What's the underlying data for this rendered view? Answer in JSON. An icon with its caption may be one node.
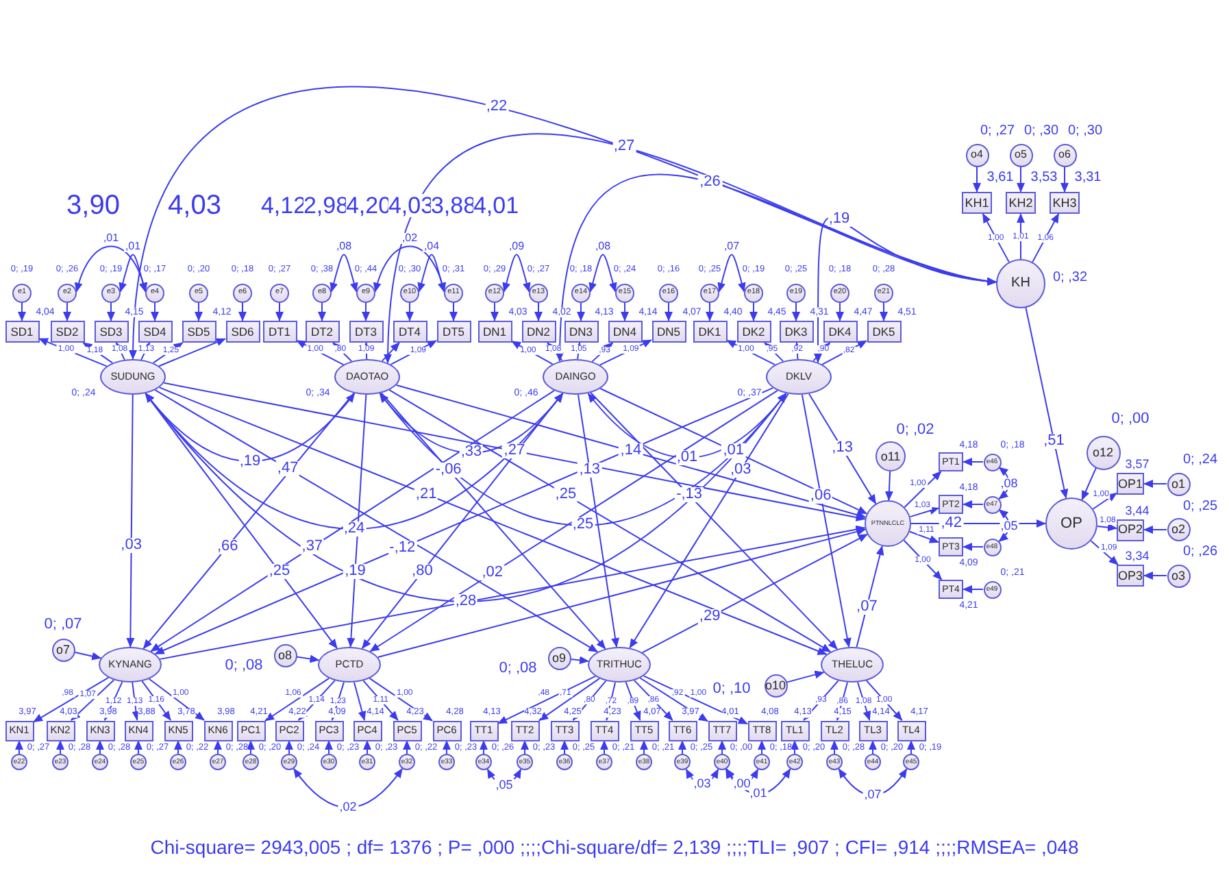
{
  "diagram": {
    "caption": "Chi-square= 2943,005 ; df= 1376 ; P= ,000 ;;;;Chi-square/df= 2,139 ;;;;TLI= ,907 ; CFI= ,914 ;;;;RMSEA= ,048",
    "nodes": [
      {
        "text": [
          "o4"
        ],
        "beside": [
          "0; ,27"
        ]
      },
      {
        "text": [
          "o5"
        ],
        "beside": [
          "0; ,30"
        ]
      },
      {
        "text": [
          "o6"
        ],
        "beside": [
          "0; ,30"
        ]
      },
      {
        "text": [
          "KH1"
        ],
        "beside": [
          "3,61"
        ]
      },
      {
        "text": [
          "KH2"
        ],
        "beside": [
          "3,53"
        ]
      },
      {
        "text": [
          "KH3"
        ],
        "beside": [
          "3,31"
        ]
      },
      {
        "text": [
          "KH"
        ],
        "beside": [
          "0; ,32"
        ]
      },
      {
        "text": [
          "e1"
        ],
        "beside": [
          "0; ,19"
        ]
      },
      {
        "text": [
          "e2"
        ],
        "beside": [
          "0; ,26"
        ]
      },
      {
        "text": [
          "e3"
        ],
        "beside": [
          "0; ,19"
        ]
      },
      {
        "text": [
          "e4"
        ],
        "beside": [
          "0; ,17"
        ]
      },
      {
        "text": [
          "e5"
        ],
        "beside": [
          "0; ,20"
        ]
      },
      {
        "text": [
          "e6"
        ],
        "beside": [
          "0; ,18"
        ]
      },
      {
        "text": [
          "e7"
        ],
        "beside": [
          "0; ,27"
        ]
      },
      {
        "text": [
          "e8"
        ],
        "beside": [
          "0; ,38"
        ]
      },
      {
        "text": [
          "e9"
        ],
        "beside": [
          "0; ,44"
        ]
      },
      {
        "text": [
          "e10"
        ],
        "beside": [
          "0; ,30"
        ]
      },
      {
        "text": [
          "e11"
        ],
        "beside": [
          "0; ,31"
        ]
      },
      {
        "text": [
          "e12"
        ],
        "beside": [
          "0; ,29"
        ]
      },
      {
        "text": [
          "e13"
        ],
        "beside": [
          "0; ,27"
        ]
      },
      {
        "text": [
          "e14"
        ],
        "beside": [
          "0; ,18"
        ]
      },
      {
        "text": [
          "e15"
        ],
        "beside": [
          "0; ,24"
        ]
      },
      {
        "text": [
          "e16"
        ],
        "beside": [
          "0; ,16"
        ]
      },
      {
        "text": [
          "e17"
        ],
        "beside": [
          "0; ,25"
        ]
      },
      {
        "text": [
          "e18"
        ],
        "beside": [
          "0; ,19"
        ]
      },
      {
        "text": [
          "e19"
        ],
        "beside": [
          "0; ,25"
        ]
      },
      {
        "text": [
          "e20"
        ],
        "beside": [
          "0; ,18"
        ]
      },
      {
        "text": [
          "e21"
        ],
        "beside": [
          "0; ,28"
        ]
      },
      {
        "text": [
          "SD1"
        ],
        "beside": [
          "4,04"
        ]
      },
      {
        "text": [
          "SD2"
        ]
      },
      {
        "text": [
          "SD3"
        ],
        "beside": [
          "4,15"
        ]
      },
      {
        "text": [
          "SD4"
        ]
      },
      {
        "text": [
          "SD5"
        ],
        "beside": [
          "4,12"
        ]
      },
      {
        "text": [
          "SD6"
        ]
      },
      {
        "text": [
          "DT1"
        ]
      },
      {
        "text": [
          "DT2"
        ]
      },
      {
        "text": [
          "DT3"
        ]
      },
      {
        "text": [
          "DT4"
        ]
      },
      {
        "text": [
          "DT5"
        ]
      },
      {
        "text": [
          "DN1"
        ],
        "beside": [
          "4,03"
        ]
      },
      {
        "text": [
          "DN2"
        ],
        "beside": [
          "4,02"
        ]
      },
      {
        "text": [
          "DN3"
        ],
        "beside": [
          "4,13"
        ]
      },
      {
        "text": [
          "DN4"
        ],
        "beside": [
          "4,14"
        ]
      },
      {
        "text": [
          "DN5"
        ],
        "beside": [
          "4,07"
        ]
      },
      {
        "text": [
          "DK1"
        ],
        "beside": [
          "4,40"
        ]
      },
      {
        "text": [
          "DK2"
        ],
        "beside": [
          "4,45"
        ]
      },
      {
        "text": [
          "DK3"
        ],
        "beside": [
          "4,31"
        ]
      },
      {
        "text": [
          "DK4"
        ],
        "beside": [
          "4,47"
        ]
      },
      {
        "text": [
          "DK5"
        ],
        "beside": [
          "4,51"
        ]
      },
      {
        "text": [
          "SUDUNG"
        ],
        "beside": [
          "0; ,24"
        ]
      },
      {
        "text": [
          "DAOTAO"
        ],
        "beside": [
          "0; ,34"
        ]
      },
      {
        "text": [
          "DAINGO"
        ],
        "beside": [
          "0; ,46"
        ]
      },
      {
        "text": [
          "DKLV"
        ],
        "beside": [
          "0; ,37"
        ]
      },
      {
        "text": [
          "o11"
        ],
        "beside": [
          "0; ,02"
        ]
      },
      {
        "text": [
          "o12"
        ],
        "beside": [
          "0; ,00"
        ]
      },
      {
        "text": [
          "PT1"
        ],
        "beside": [
          "4,18"
        ]
      },
      {
        "text": [
          "PT2"
        ],
        "beside": [
          "4,18"
        ]
      },
      {
        "text": [
          "PT3"
        ],
        "beside": [
          "4,09"
        ]
      },
      {
        "text": [
          "PT4"
        ],
        "beside": [
          "4,21"
        ]
      },
      {
        "text": [
          "e46"
        ],
        "beside": [
          "0; ,18"
        ]
      },
      {
        "text": [
          "e47"
        ]
      },
      {
        "text": [
          "e48"
        ]
      },
      {
        "text": [
          "e49"
        ],
        "beside": [
          "0; ,21"
        ]
      },
      {
        "text": [
          "PTNNLCLC"
        ]
      },
      {
        "text": [
          "OP"
        ]
      },
      {
        "text": [
          "OP1"
        ],
        "beside": [
          "3,57"
        ]
      },
      {
        "text": [
          "OP2"
        ],
        "beside": [
          "3,44"
        ]
      },
      {
        "text": [
          "OP3"
        ],
        "beside": [
          "3,34"
        ]
      },
      {
        "text": [
          "o1"
        ],
        "beside": [
          "0; ,24"
        ]
      },
      {
        "text": [
          "o2"
        ],
        "beside": [
          "0; ,25"
        ]
      },
      {
        "text": [
          "o3"
        ],
        "beside": [
          "0; ,26"
        ]
      },
      {
        "text": [
          "o7"
        ],
        "beside": [
          "0; ,07"
        ]
      },
      {
        "text": [
          "o8"
        ],
        "beside": [
          "0; ,08"
        ]
      },
      {
        "text": [
          "o9"
        ],
        "beside": [
          "0; ,08"
        ]
      },
      {
        "text": [
          "o10"
        ],
        "beside": [
          "0; ,10"
        ]
      },
      {
        "text": [
          "KYNANG"
        ]
      },
      {
        "text": [
          "PCTD"
        ]
      },
      {
        "text": [
          "TRITHUC"
        ]
      },
      {
        "text": [
          "THELUC"
        ]
      },
      {
        "text": [
          "KN1"
        ],
        "beside": [
          "3,97"
        ]
      },
      {
        "text": [
          "KN2"
        ],
        "beside": [
          "4,03"
        ]
      },
      {
        "text": [
          "KN3"
        ],
        "beside": [
          "3,98"
        ]
      },
      {
        "text": [
          "KN4"
        ],
        "beside": [
          "3,88"
        ]
      },
      {
        "text": [
          "KN5"
        ],
        "beside": [
          "3,78"
        ]
      },
      {
        "text": [
          "KN6"
        ],
        "beside": [
          "3,98"
        ]
      },
      {
        "text": [
          "PC1"
        ],
        "beside": [
          "4,21"
        ]
      },
      {
        "text": [
          "PC2"
        ],
        "beside": [
          "4,22"
        ]
      },
      {
        "text": [
          "PC3"
        ],
        "beside": [
          "4,09"
        ]
      },
      {
        "text": [
          "PC4"
        ],
        "beside": [
          "4,14"
        ]
      },
      {
        "text": [
          "PC5"
        ],
        "beside": [
          "4,23"
        ]
      },
      {
        "text": [
          "PC6"
        ],
        "beside": [
          "4,28"
        ]
      },
      {
        "text": [
          "TT1"
        ],
        "beside": [
          "4,13"
        ]
      },
      {
        "text": [
          "TT2"
        ],
        "beside": [
          "4,32"
        ]
      },
      {
        "text": [
          "TT3"
        ],
        "beside": [
          "4,25"
        ]
      },
      {
        "text": [
          "TT4"
        ],
        "beside": [
          "4,23"
        ]
      },
      {
        "text": [
          "TT5"
        ],
        "beside": [
          "4,07"
        ]
      },
      {
        "text": [
          "TT6"
        ],
        "beside": [
          "3,97"
        ]
      },
      {
        "text": [
          "TT7"
        ],
        "beside": [
          "4,01"
        ]
      },
      {
        "text": [
          "TT8"
        ],
        "beside": [
          "4,08"
        ]
      },
      {
        "text": [
          "TL1"
        ],
        "beside": [
          "4,13"
        ]
      },
      {
        "text": [
          "TL2"
        ],
        "beside": [
          "4,15"
        ]
      },
      {
        "text": [
          "TL3"
        ],
        "beside": [
          "4,14"
        ]
      },
      {
        "text": [
          "TL4"
        ],
        "beside": [
          "4,17"
        ]
      },
      {
        "text": [
          "e22"
        ],
        "beside": [
          "0; ,27"
        ]
      },
      {
        "text": [
          "e23"
        ],
        "beside": [
          "0; ,28"
        ]
      },
      {
        "text": [
          "e24"
        ],
        "beside": [
          "0; ,28"
        ]
      },
      {
        "text": [
          "e25"
        ],
        "beside": [
          "0; ,27"
        ]
      },
      {
        "text": [
          "e26"
        ],
        "beside": [
          "0; ,22"
        ]
      },
      {
        "text": [
          "e27"
        ],
        "beside": [
          "0; ,28"
        ]
      },
      {
        "text": [
          "e28"
        ],
        "beside": [
          "0; ,20"
        ]
      },
      {
        "text": [
          "e29"
        ],
        "beside": [
          "0; ,24"
        ]
      },
      {
        "text": [
          "e30"
        ],
        "beside": [
          "0; ,23"
        ]
      },
      {
        "text": [
          "e31"
        ],
        "beside": [
          "0; ,23"
        ]
      },
      {
        "text": [
          "e32"
        ],
        "beside": [
          "0; ,22"
        ]
      },
      {
        "text": [
          "e33"
        ],
        "beside": [
          "0; ,23"
        ]
      },
      {
        "text": [
          "e34"
        ],
        "beside": [
          "0; ,26"
        ]
      },
      {
        "text": [
          "e35"
        ],
        "beside": [
          "0; ,23"
        ]
      },
      {
        "text": [
          "e36"
        ],
        "beside": [
          "0; ,25"
        ]
      },
      {
        "text": [
          "e37"
        ],
        "beside": [
          "0; ,21"
        ]
      },
      {
        "text": [
          "e38"
        ],
        "beside": [
          "0; ,21"
        ]
      },
      {
        "text": [
          "e39"
        ],
        "beside": [
          "0; ,25"
        ]
      },
      {
        "text": [
          "e40"
        ],
        "beside": [
          "0; ,00"
        ]
      },
      {
        "text": [
          "e41"
        ],
        "beside": [
          "0; ,18"
        ]
      },
      {
        "text": [
          "e42"
        ],
        "beside": [
          "0; ,20"
        ]
      },
      {
        "text": [
          "e43"
        ],
        "beside": [
          "0; ,28"
        ]
      },
      {
        "text": [
          "e44"
        ],
        "beside": [
          "0; ,20"
        ]
      },
      {
        "text": [
          "e45"
        ],
        "beside": [
          "0; ,19"
        ]
      }
    ],
    "edges": [
      {
        "from": 7,
        "to": 28,
        "arrow": "to"
      },
      {
        "from": 8,
        "to": 29,
        "arrow": "to"
      },
      {
        "from": 9,
        "to": 30,
        "arrow": "to"
      },
      {
        "from": 10,
        "to": 31,
        "arrow": "to"
      },
      {
        "from": 11,
        "to": 32,
        "arrow": "to"
      },
      {
        "from": 12,
        "to": 33,
        "arrow": "to"
      },
      {
        "from": 13,
        "to": 34,
        "arrow": "to"
      },
      {
        "from": 14,
        "to": 35,
        "arrow": "to"
      },
      {
        "from": 15,
        "to": 36,
        "arrow": "to"
      },
      {
        "from": 16,
        "to": 37,
        "arrow": "to"
      },
      {
        "from": 17,
        "to": 38,
        "arrow": "to"
      },
      {
        "from": 18,
        "to": 39,
        "arrow": "to"
      },
      {
        "from": 19,
        "to": 40,
        "arrow": "to"
      },
      {
        "from": 20,
        "to": 41,
        "arrow": "to"
      },
      {
        "from": 21,
        "to": 42,
        "arrow": "to"
      },
      {
        "from": 22,
        "to": 43,
        "arrow": "to"
      },
      {
        "from": 23,
        "to": 44,
        "arrow": "to"
      },
      {
        "from": 24,
        "to": 45,
        "arrow": "to"
      },
      {
        "from": 25,
        "to": 46,
        "arrow": "to"
      },
      {
        "from": 26,
        "to": 47,
        "arrow": "to"
      },
      {
        "from": 27,
        "to": 48,
        "arrow": "to"
      },
      {
        "from": 49,
        "to": 28,
        "arrow": "to",
        "label": "1,00"
      },
      {
        "from": 49,
        "to": 29,
        "arrow": "to",
        "label": "1,18"
      },
      {
        "from": 49,
        "to": 30,
        "arrow": "to",
        "label": "1,08"
      },
      {
        "from": 49,
        "to": 31,
        "arrow": "to",
        "label": "1,13"
      },
      {
        "from": 49,
        "to": 32,
        "arrow": "to",
        "label": "1,25"
      },
      {
        "from": 49,
        "to": 33,
        "arrow": "to"
      },
      {
        "from": 50,
        "to": 34,
        "arrow": "to",
        "label": "1,00"
      },
      {
        "from": 50,
        "to": 35,
        "arrow": "to",
        "label": ",80"
      },
      {
        "from": 50,
        "to": 36,
        "arrow": "to",
        "label": "1,09"
      },
      {
        "from": 50,
        "to": 37,
        "arrow": "to"
      },
      {
        "from": 50,
        "to": 38,
        "arrow": "to",
        "label": "1,09"
      },
      {
        "from": 51,
        "to": 39,
        "arrow": "to",
        "label": "1,00"
      },
      {
        "from": 51,
        "to": 40,
        "arrow": "to",
        "label": "1,08"
      },
      {
        "from": 51,
        "to": 41,
        "arrow": "to",
        "label": "1,05"
      },
      {
        "from": 51,
        "to": 42,
        "arrow": "to",
        "label": ",93"
      },
      {
        "from": 51,
        "to": 43,
        "arrow": "to",
        "label": "1,09"
      },
      {
        "from": 52,
        "to": 44,
        "arrow": "to",
        "label": "1,00"
      },
      {
        "from": 52,
        "to": 45,
        "arrow": "to",
        "label": ",95"
      },
      {
        "from": 52,
        "to": 46,
        "arrow": "to",
        "label": ",92"
      },
      {
        "from": 52,
        "to": 47,
        "arrow": "to",
        "label": ",90"
      },
      {
        "from": 52,
        "to": 48,
        "arrow": "to",
        "label": ",82"
      },
      {
        "from": 0,
        "to": 3,
        "arrow": "to"
      },
      {
        "from": 1,
        "to": 4,
        "arrow": "to"
      },
      {
        "from": 2,
        "to": 5,
        "arrow": "to"
      },
      {
        "from": 6,
        "to": 3,
        "arrow": "to",
        "label": "1,00"
      },
      {
        "from": 6,
        "to": 4,
        "arrow": "to",
        "label": "1,01"
      },
      {
        "from": 6,
        "to": 5,
        "arrow": "to",
        "label": "1,06"
      },
      {
        "from": 63,
        "to": 55,
        "arrow": "to",
        "label": "1,00"
      },
      {
        "from": 63,
        "to": 56,
        "arrow": "to",
        "label": "1,03"
      },
      {
        "from": 63,
        "to": 57,
        "arrow": "to",
        "label": "1,11"
      },
      {
        "from": 63,
        "to": 58,
        "arrow": "to",
        "label": "1,00"
      },
      {
        "from": 59,
        "to": 55,
        "arrow": "to"
      },
      {
        "from": 60,
        "to": 56,
        "arrow": "to"
      },
      {
        "from": 61,
        "to": 57,
        "arrow": "to"
      },
      {
        "from": 62,
        "to": 58,
        "arrow": "to"
      },
      {
        "from": 53,
        "to": 63,
        "arrow": "to"
      },
      {
        "from": 64,
        "to": 65,
        "arrow": "to",
        "label": "1,00"
      },
      {
        "from": 64,
        "to": 66,
        "arrow": "to",
        "label": "1,08"
      },
      {
        "from": 64,
        "to": 67,
        "arrow": "to",
        "label": "1,09"
      },
      {
        "from": 68,
        "to": 65,
        "arrow": "to"
      },
      {
        "from": 69,
        "to": 66,
        "arrow": "to"
      },
      {
        "from": 70,
        "to": 67,
        "arrow": "to"
      },
      {
        "from": 54,
        "to": 64,
        "arrow": "to"
      },
      {
        "from": 6,
        "to": 64,
        "arrow": "to",
        "label": ",51"
      },
      {
        "from": 63,
        "to": 64,
        "arrow": "to",
        "label": ",42"
      },
      {
        "from": 71,
        "to": 75,
        "arrow": "to"
      },
      {
        "from": 72,
        "to": 76,
        "arrow": "to"
      },
      {
        "from": 73,
        "to": 77,
        "arrow": "to"
      },
      {
        "from": 74,
        "to": 78,
        "arrow": "to"
      },
      {
        "from": 75,
        "to": 79,
        "arrow": "to",
        "label": ",98"
      },
      {
        "from": 75,
        "to": 80,
        "arrow": "to",
        "label": "1,07"
      },
      {
        "from": 75,
        "to": 81,
        "arrow": "to",
        "label": "1,12"
      },
      {
        "from": 75,
        "to": 82,
        "arrow": "to",
        "label": "1,13"
      },
      {
        "from": 75,
        "to": 83,
        "arrow": "to",
        "label": "1,16"
      },
      {
        "from": 75,
        "to": 84,
        "arrow": "to",
        "label": "1,00"
      },
      {
        "from": 76,
        "to": 85,
        "arrow": "to",
        "label": "1,06"
      },
      {
        "from": 76,
        "to": 86,
        "arrow": "to",
        "label": "1,14"
      },
      {
        "from": 76,
        "to": 87,
        "arrow": "to",
        "label": "1,23"
      },
      {
        "from": 76,
        "to": 88,
        "arrow": "to"
      },
      {
        "from": 76,
        "to": 89,
        "arrow": "to",
        "label": "1,11"
      },
      {
        "from": 76,
        "to": 90,
        "arrow": "to",
        "label": "1,00"
      },
      {
        "from": 77,
        "to": 91,
        "arrow": "to",
        "label": ",48"
      },
      {
        "from": 77,
        "to": 92,
        "arrow": "to",
        "label": ",71"
      },
      {
        "from": 77,
        "to": 93,
        "arrow": "to",
        "label": ",80"
      },
      {
        "from": 77,
        "to": 94,
        "arrow": "to",
        "label": ",72"
      },
      {
        "from": 77,
        "to": 95,
        "arrow": "to",
        "label": ",89"
      },
      {
        "from": 77,
        "to": 96,
        "arrow": "to",
        "label": ",86"
      },
      {
        "from": 77,
        "to": 97,
        "arrow": "to",
        "label": ",92"
      },
      {
        "from": 77,
        "to": 98,
        "arrow": "to",
        "label": "1,00"
      },
      {
        "from": 78,
        "to": 99,
        "arrow": "to",
        "label": ",93"
      },
      {
        "from": 78,
        "to": 100,
        "arrow": "to",
        "label": ",86"
      },
      {
        "from": 78,
        "to": 101,
        "arrow": "to",
        "label": "1,08"
      },
      {
        "from": 78,
        "to": 102,
        "arrow": "to",
        "label": "1,00"
      },
      {
        "from": 103,
        "to": 79,
        "arrow": "to"
      },
      {
        "from": 104,
        "to": 80,
        "arrow": "to"
      },
      {
        "from": 105,
        "to": 81,
        "arrow": "to"
      },
      {
        "from": 106,
        "to": 82,
        "arrow": "to"
      },
      {
        "from": 107,
        "to": 83,
        "arrow": "to"
      },
      {
        "from": 108,
        "to": 84,
        "arrow": "to"
      },
      {
        "from": 109,
        "to": 85,
        "arrow": "to"
      },
      {
        "from": 110,
        "to": 86,
        "arrow": "to"
      },
      {
        "from": 111,
        "to": 87,
        "arrow": "to"
      },
      {
        "from": 112,
        "to": 88,
        "arrow": "to"
      },
      {
        "from": 113,
        "to": 89,
        "arrow": "to"
      },
      {
        "from": 114,
        "to": 90,
        "arrow": "to"
      },
      {
        "from": 115,
        "to": 91,
        "arrow": "to"
      },
      {
        "from": 116,
        "to": 92,
        "arrow": "to"
      },
      {
        "from": 117,
        "to": 93,
        "arrow": "to"
      },
      {
        "from": 118,
        "to": 94,
        "arrow": "to"
      },
      {
        "from": 119,
        "to": 95,
        "arrow": "to"
      },
      {
        "from": 120,
        "to": 96,
        "arrow": "to"
      },
      {
        "from": 121,
        "to": 97,
        "arrow": "to"
      },
      {
        "from": 122,
        "to": 98,
        "arrow": "to"
      },
      {
        "from": 123,
        "to": 99,
        "arrow": "to"
      },
      {
        "from": 124,
        "to": 100,
        "arrow": "to"
      },
      {
        "from": 125,
        "to": 101,
        "arrow": "to"
      },
      {
        "from": 126,
        "to": 102,
        "arrow": "to"
      },
      {
        "from": 49,
        "to": 75,
        "arrow": "to",
        "label": ",03"
      },
      {
        "from": 49,
        "to": 76,
        "arrow": "to",
        "label": ",25"
      },
      {
        "from": 49,
        "to": 77,
        "arrow": "to",
        "label": ",47"
      },
      {
        "from": 49,
        "to": 78,
        "arrow": "to",
        "label": ",21"
      },
      {
        "from": 49,
        "to": 63,
        "arrow": "to",
        "label": ",27"
      },
      {
        "from": 50,
        "to": 75,
        "arrow": "to",
        "label": ",66"
      },
      {
        "from": 50,
        "to": 76,
        "arrow": "to",
        "label": ",19"
      },
      {
        "from": 50,
        "to": 77,
        "arrow": "to",
        "label": "-,06"
      },
      {
        "from": 50,
        "to": 78,
        "arrow": "to",
        "label": ",25"
      },
      {
        "from": 50,
        "to": 63,
        "arrow": "to",
        "label": ",14"
      },
      {
        "from": 51,
        "to": 75,
        "arrow": "to",
        "label": ",37"
      },
      {
        "from": 51,
        "to": 76,
        "arrow": "to",
        "label": ",80"
      },
      {
        "from": 51,
        "to": 77,
        "arrow": "to",
        "label": ",13"
      },
      {
        "from": 51,
        "to": 78,
        "arrow": "to",
        "label": "-,13"
      },
      {
        "from": 51,
        "to": 63,
        "arrow": "to",
        "label": ",01"
      },
      {
        "from": 52,
        "to": 75,
        "arrow": "to",
        "label": "-,12"
      },
      {
        "from": 52,
        "to": 76,
        "arrow": "to",
        "label": ",02"
      },
      {
        "from": 52,
        "to": 77,
        "arrow": "to",
        "label": ",03"
      },
      {
        "from": 52,
        "to": 78,
        "arrow": "to",
        "label": ",06"
      },
      {
        "from": 52,
        "to": 63,
        "arrow": "to",
        "label": ",13"
      },
      {
        "from": 75,
        "to": 63,
        "arrow": "to"
      },
      {
        "from": 76,
        "to": 63,
        "arrow": "to"
      },
      {
        "from": 77,
        "to": 63,
        "arrow": "to",
        "label": ",29"
      },
      {
        "from": 78,
        "to": 63,
        "arrow": "to",
        "label": ",07"
      },
      {
        "from": 49,
        "to": 6,
        "arrow": "both",
        "label": ",22"
      },
      {
        "from": 50,
        "to": 6,
        "arrow": "both",
        "label": ",27"
      },
      {
        "from": 51,
        "to": 6,
        "arrow": "both",
        "label": ",26"
      },
      {
        "from": 52,
        "to": 6,
        "arrow": "both",
        "label": ",19"
      },
      {
        "from": 49,
        "to": 50,
        "arrow": "both",
        "label": ",19"
      },
      {
        "from": 50,
        "to": 51,
        "arrow": "both",
        "label": ",33"
      },
      {
        "from": 51,
        "to": 52,
        "arrow": "both",
        "label": ",01"
      },
      {
        "from": 49,
        "to": 51,
        "arrow": "both",
        "label": ",24"
      },
      {
        "from": 50,
        "to": 52,
        "arrow": "both",
        "label": ",25"
      },
      {
        "from": 49,
        "to": 52,
        "arrow": "both",
        "label": ",28"
      },
      {
        "from": 8,
        "to": 10,
        "arrow": "both",
        "label": ",01"
      },
      {
        "from": 9,
        "to": 10,
        "arrow": "both",
        "label": ",01"
      },
      {
        "from": 14,
        "to": 15,
        "arrow": "both",
        "label": ",08"
      },
      {
        "from": 15,
        "to": 17,
        "arrow": "both",
        "label": ",02"
      },
      {
        "from": 16,
        "to": 17,
        "arrow": "both",
        "label": ",04"
      },
      {
        "from": 18,
        "to": 19,
        "arrow": "both",
        "label": ",09"
      },
      {
        "from": 20,
        "to": 21,
        "arrow": "both",
        "label": ",08"
      },
      {
        "from": 23,
        "to": 24,
        "arrow": "both",
        "label": ",07"
      },
      {
        "from": 59,
        "to": 60,
        "arrow": "both",
        "label": ",08"
      },
      {
        "from": 60,
        "to": 61,
        "arrow": "both",
        "label": ",05"
      },
      {
        "from": 110,
        "to": 113,
        "arrow": "both",
        "label": ",02"
      },
      {
        "from": 115,
        "to": 116,
        "arrow": "both",
        "label": ",05"
      },
      {
        "from": 120,
        "to": 121,
        "arrow": "both",
        "label": ",03"
      },
      {
        "from": 121,
        "to": 123,
        "arrow": "both",
        "label": ",01"
      },
      {
        "from": 121,
        "to": 122,
        "arrow": "both",
        "label": ",00"
      },
      {
        "from": 124,
        "to": 126,
        "arrow": "both",
        "label": ",07"
      }
    ],
    "labels": [
      "3,90",
      "4,03",
      "4,12",
      "2,98",
      "4,20",
      "4,03",
      "3,88",
      "4,01"
    ]
  }
}
